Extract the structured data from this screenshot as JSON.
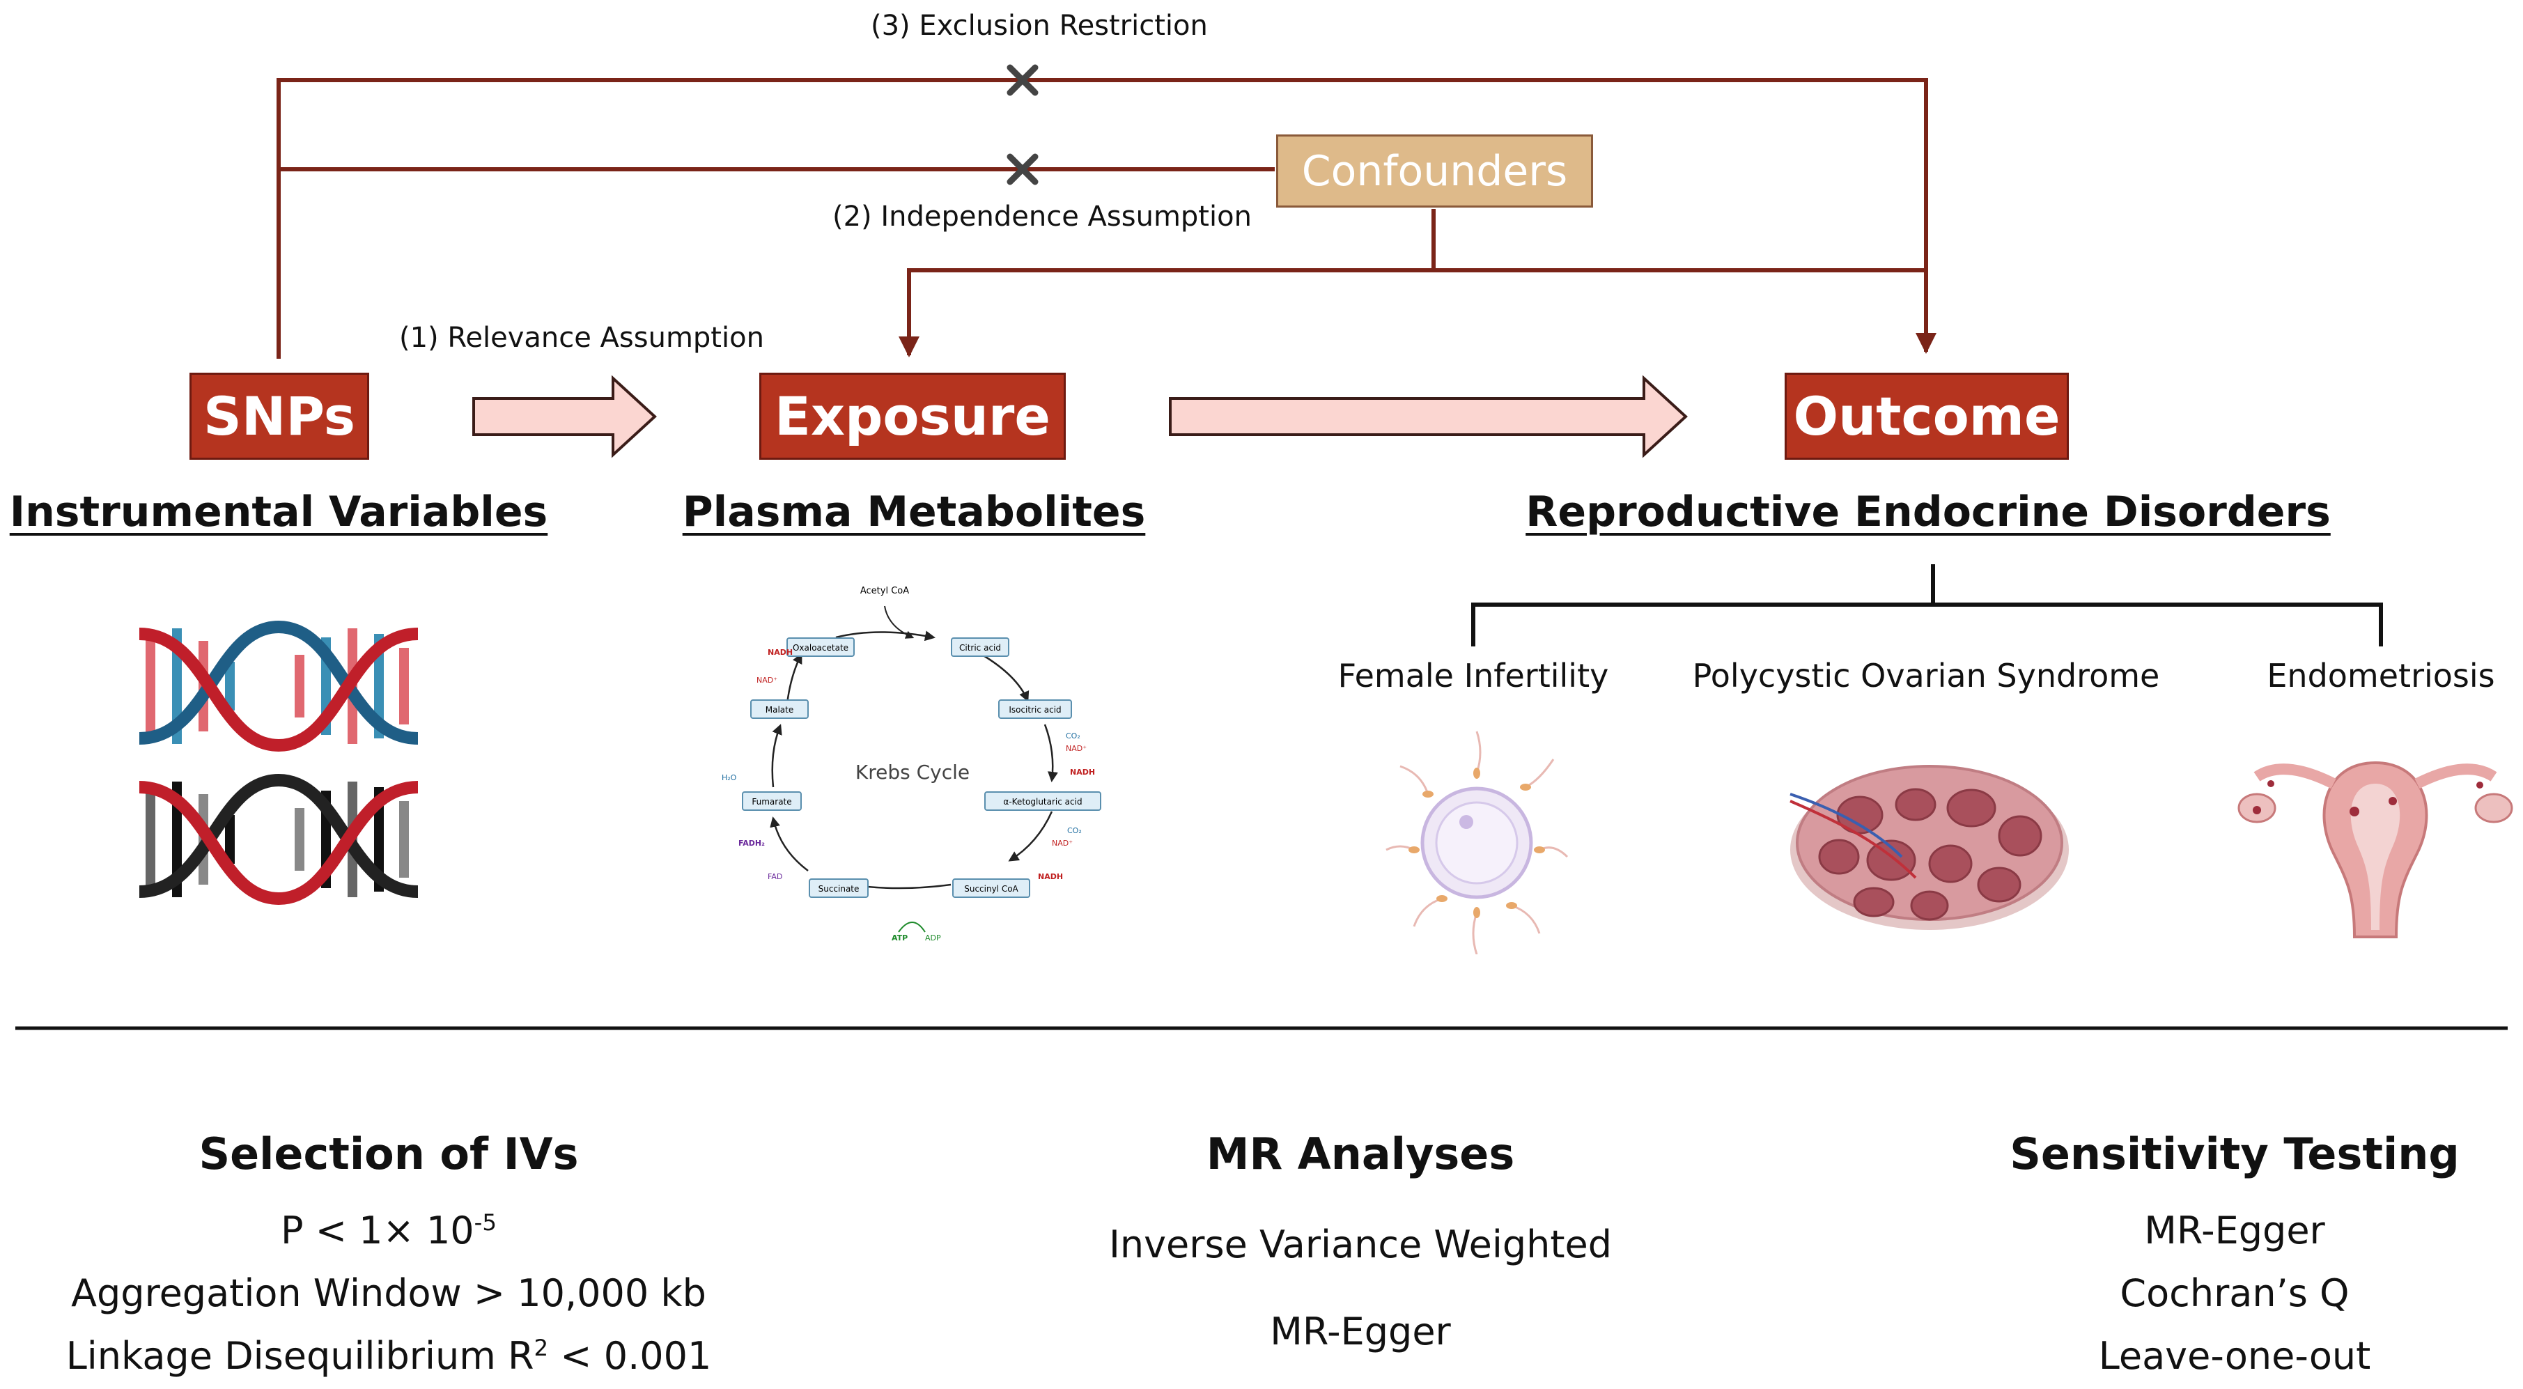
{
  "assumptions": {
    "exclusion": "(3) Exclusion Restriction",
    "independence": "(2) Independence Assumption",
    "relevance": "(1) Relevance Assumption"
  },
  "nodes": {
    "confounders": "Confounders",
    "snps": "SNPs",
    "exposure": "Exposure",
    "outcome": "Outcome"
  },
  "headings": {
    "iv": "Instrumental Variables",
    "metabolites": "Plasma Metabolites",
    "disorders": "Reproductive Endocrine Disorders"
  },
  "disorders": [
    "Female Infertility",
    "Polycystic Ovarian Syndrome",
    "Endometriosis"
  ],
  "krebs": {
    "center": "Krebs Cycle",
    "acetyl": "Acetyl CoA",
    "metabolites": [
      "Oxaloacetate",
      "Citric acid",
      "Malate",
      "Isocitric acid",
      "Fumarate",
      "α-Ketoglutaric acid",
      "Succinate",
      "Succinyl CoA"
    ],
    "cofactors": {
      "nadh": "NADH",
      "nad": "NAD⁺",
      "co2": "CO₂",
      "h2o": "H₂O",
      "fadh2": "FADH₂",
      "fad": "FAD",
      "atp": "ATP",
      "adp": "ADP"
    }
  },
  "sections": {
    "selection": {
      "title": "Selection of IVs",
      "p_prefix": "P < 1× 10",
      "p_exp": "-5",
      "window": "Aggregation Window > 10,000 kb",
      "ld_prefix": "Linkage Disequilibrium R",
      "ld_exp": "2",
      "ld_suffix": " < 0.001"
    },
    "mr": {
      "title": "MR Analyses",
      "items": [
        "Inverse Variance Weighted",
        "MR-Egger"
      ]
    },
    "sensitivity": {
      "title": "Sensitivity Testing",
      "items": [
        "MR-Egger",
        "Cochran’s Q",
        "Leave-one-out"
      ]
    }
  },
  "colors": {
    "node_red": "#b5341f",
    "line": "#7a2418",
    "confounder": "#deba8a",
    "arrow_fill": "#fbd6d1"
  }
}
